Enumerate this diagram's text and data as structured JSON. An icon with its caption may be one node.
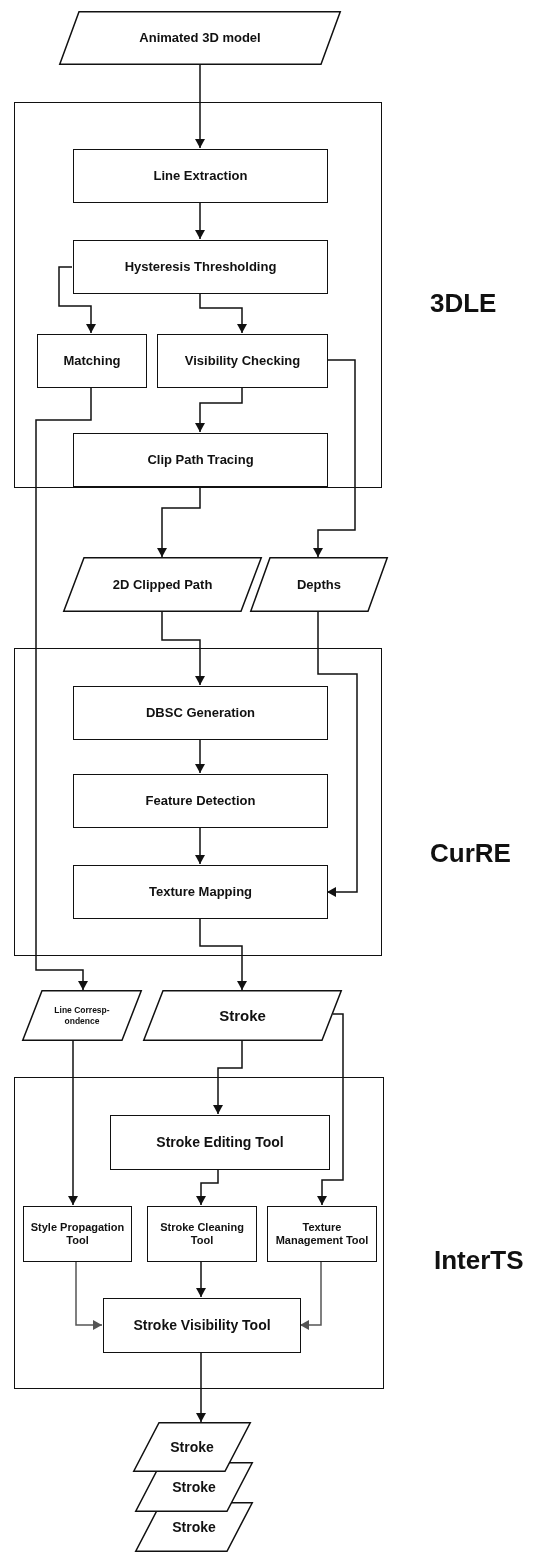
{
  "diagram": {
    "nodes": [
      {
        "text": [
          "Animated 3D model"
        ]
      },
      {
        "text": [],
        "shape": "box",
        "beside": [
          "3DLE"
        ]
      },
      {
        "text": [
          "Line Extraction"
        ],
        "in": 1
      },
      {
        "text": [
          "Hysteresis Thresholding"
        ],
        "in": 1
      },
      {
        "text": [
          "Matching"
        ],
        "in": 1
      },
      {
        "text": [
          "Visibility Checking"
        ],
        "in": 1
      },
      {
        "text": [
          "Clip Path Tracing"
        ],
        "in": 1
      },
      {
        "text": [
          "2D Clipped Path"
        ]
      },
      {
        "text": [
          "Depths"
        ]
      },
      {
        "text": [],
        "shape": "box",
        "beside": [
          "CurRE"
        ]
      },
      {
        "text": [
          "DBSC Generation"
        ],
        "in": 9
      },
      {
        "text": [
          "Feature Detection"
        ],
        "in": 9
      },
      {
        "text": [
          "Texture Mapping"
        ],
        "in": 9
      },
      {
        "text": [
          "Line Corresp- ondence"
        ]
      },
      {
        "text": [
          "Stroke"
        ]
      },
      {
        "text": [],
        "shape": "box",
        "beside": [
          "InterTS"
        ]
      },
      {
        "text": [
          "Stroke Editing Tool"
        ],
        "in": 15
      },
      {
        "text": [
          "Style Propagation Tool"
        ],
        "in": 15
      },
      {
        "text": [
          "Stroke Cleaning Tool"
        ],
        "in": 15
      },
      {
        "text": [
          "Texture Management Tool"
        ],
        "in": 15
      },
      {
        "text": [
          "Stroke Visibility Tool"
        ],
        "in": 15
      },
      {
        "text": [
          "Stroke"
        ]
      },
      {
        "text": [
          "Stroke"
        ]
      },
      {
        "text": [
          "Stroke"
        ]
      }
    ],
    "edges": [
      {
        "from": 0,
        "to": 2,
        "arrow": "to"
      },
      {
        "from": 2,
        "to": 3,
        "arrow": "to"
      },
      {
        "from": 3,
        "to": 4,
        "arrow": "to"
      },
      {
        "from": 3,
        "to": 5,
        "arrow": "to"
      },
      {
        "from": 5,
        "to": 6,
        "arrow": "to"
      },
      {
        "from": 5,
        "to": 8,
        "arrow": "to"
      },
      {
        "from": 4,
        "to": 13,
        "arrow": "to"
      },
      {
        "from": 6,
        "to": 7,
        "arrow": "to"
      },
      {
        "from": 7,
        "to": 10,
        "arrow": "to"
      },
      {
        "from": 8,
        "to": 12,
        "arrow": "to"
      },
      {
        "from": 10,
        "to": 11,
        "arrow": "to"
      },
      {
        "from": 11,
        "to": 12,
        "arrow": "to"
      },
      {
        "from": 12,
        "to": 14,
        "arrow": "to"
      },
      {
        "from": 14,
        "to": 16,
        "arrow": "to"
      },
      {
        "from": 14,
        "to": 19,
        "arrow": "to"
      },
      {
        "from": 13,
        "to": 17,
        "arrow": "to"
      },
      {
        "from": 16,
        "to": 18,
        "arrow": "to"
      },
      {
        "from": 17,
        "to": 20,
        "arrow": "to",
        "color": "#555555"
      },
      {
        "from": 18,
        "to": 20,
        "arrow": "to"
      },
      {
        "from": 19,
        "to": 20,
        "arrow": "to",
        "color": "#555555"
      },
      {
        "from": 20,
        "to": 21,
        "arrow": "to"
      }
    ]
  }
}
